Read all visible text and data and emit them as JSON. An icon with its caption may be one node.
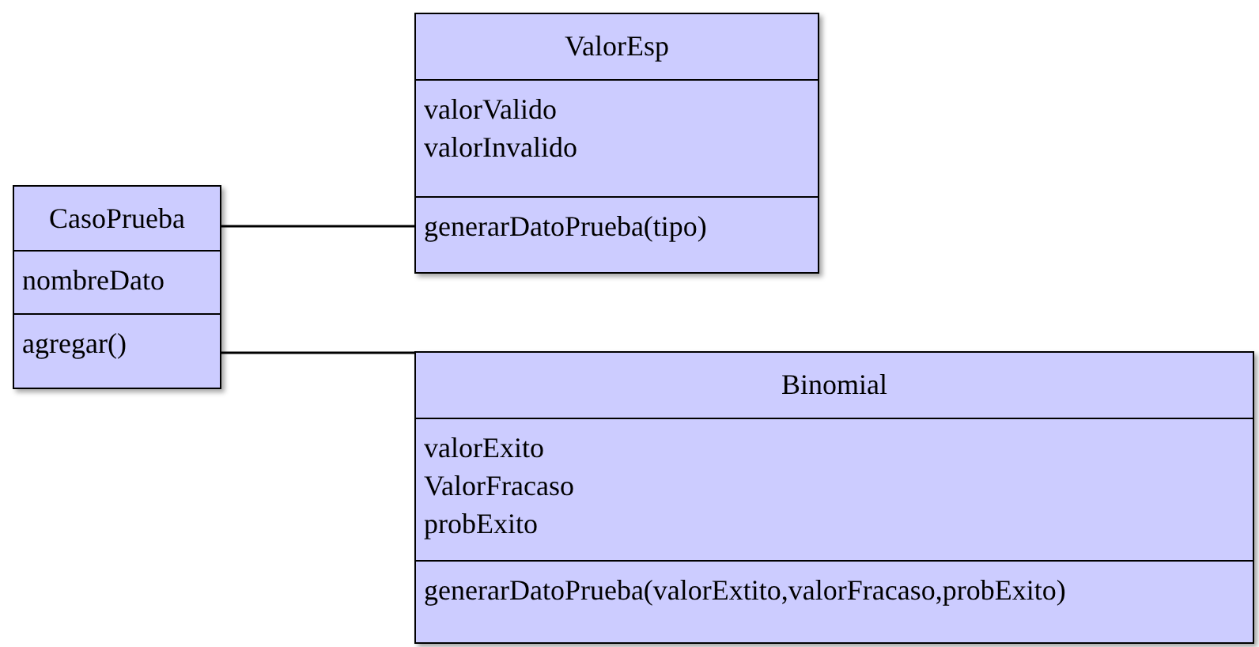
{
  "diagram": {
    "nodes": [
      {
        "text": [
          "CasoPrueba",
          "nombreDato",
          "agregar()"
        ]
      },
      {
        "text": [
          "ValorEsp",
          "valorValido",
          "valorInvalido",
          "generarDatoPrueba(tipo)"
        ]
      },
      {
        "text": [
          "Binomial",
          "valorExito",
          "ValorFracaso",
          "probExito",
          "generarDatoPrueba(valorExtito,valorFracaso,probExito)"
        ]
      }
    ],
    "edges": [
      {
        "from": 0,
        "to": 1,
        "arrow": "none"
      },
      {
        "from": 0,
        "to": 2,
        "arrow": "none"
      }
    ]
  }
}
